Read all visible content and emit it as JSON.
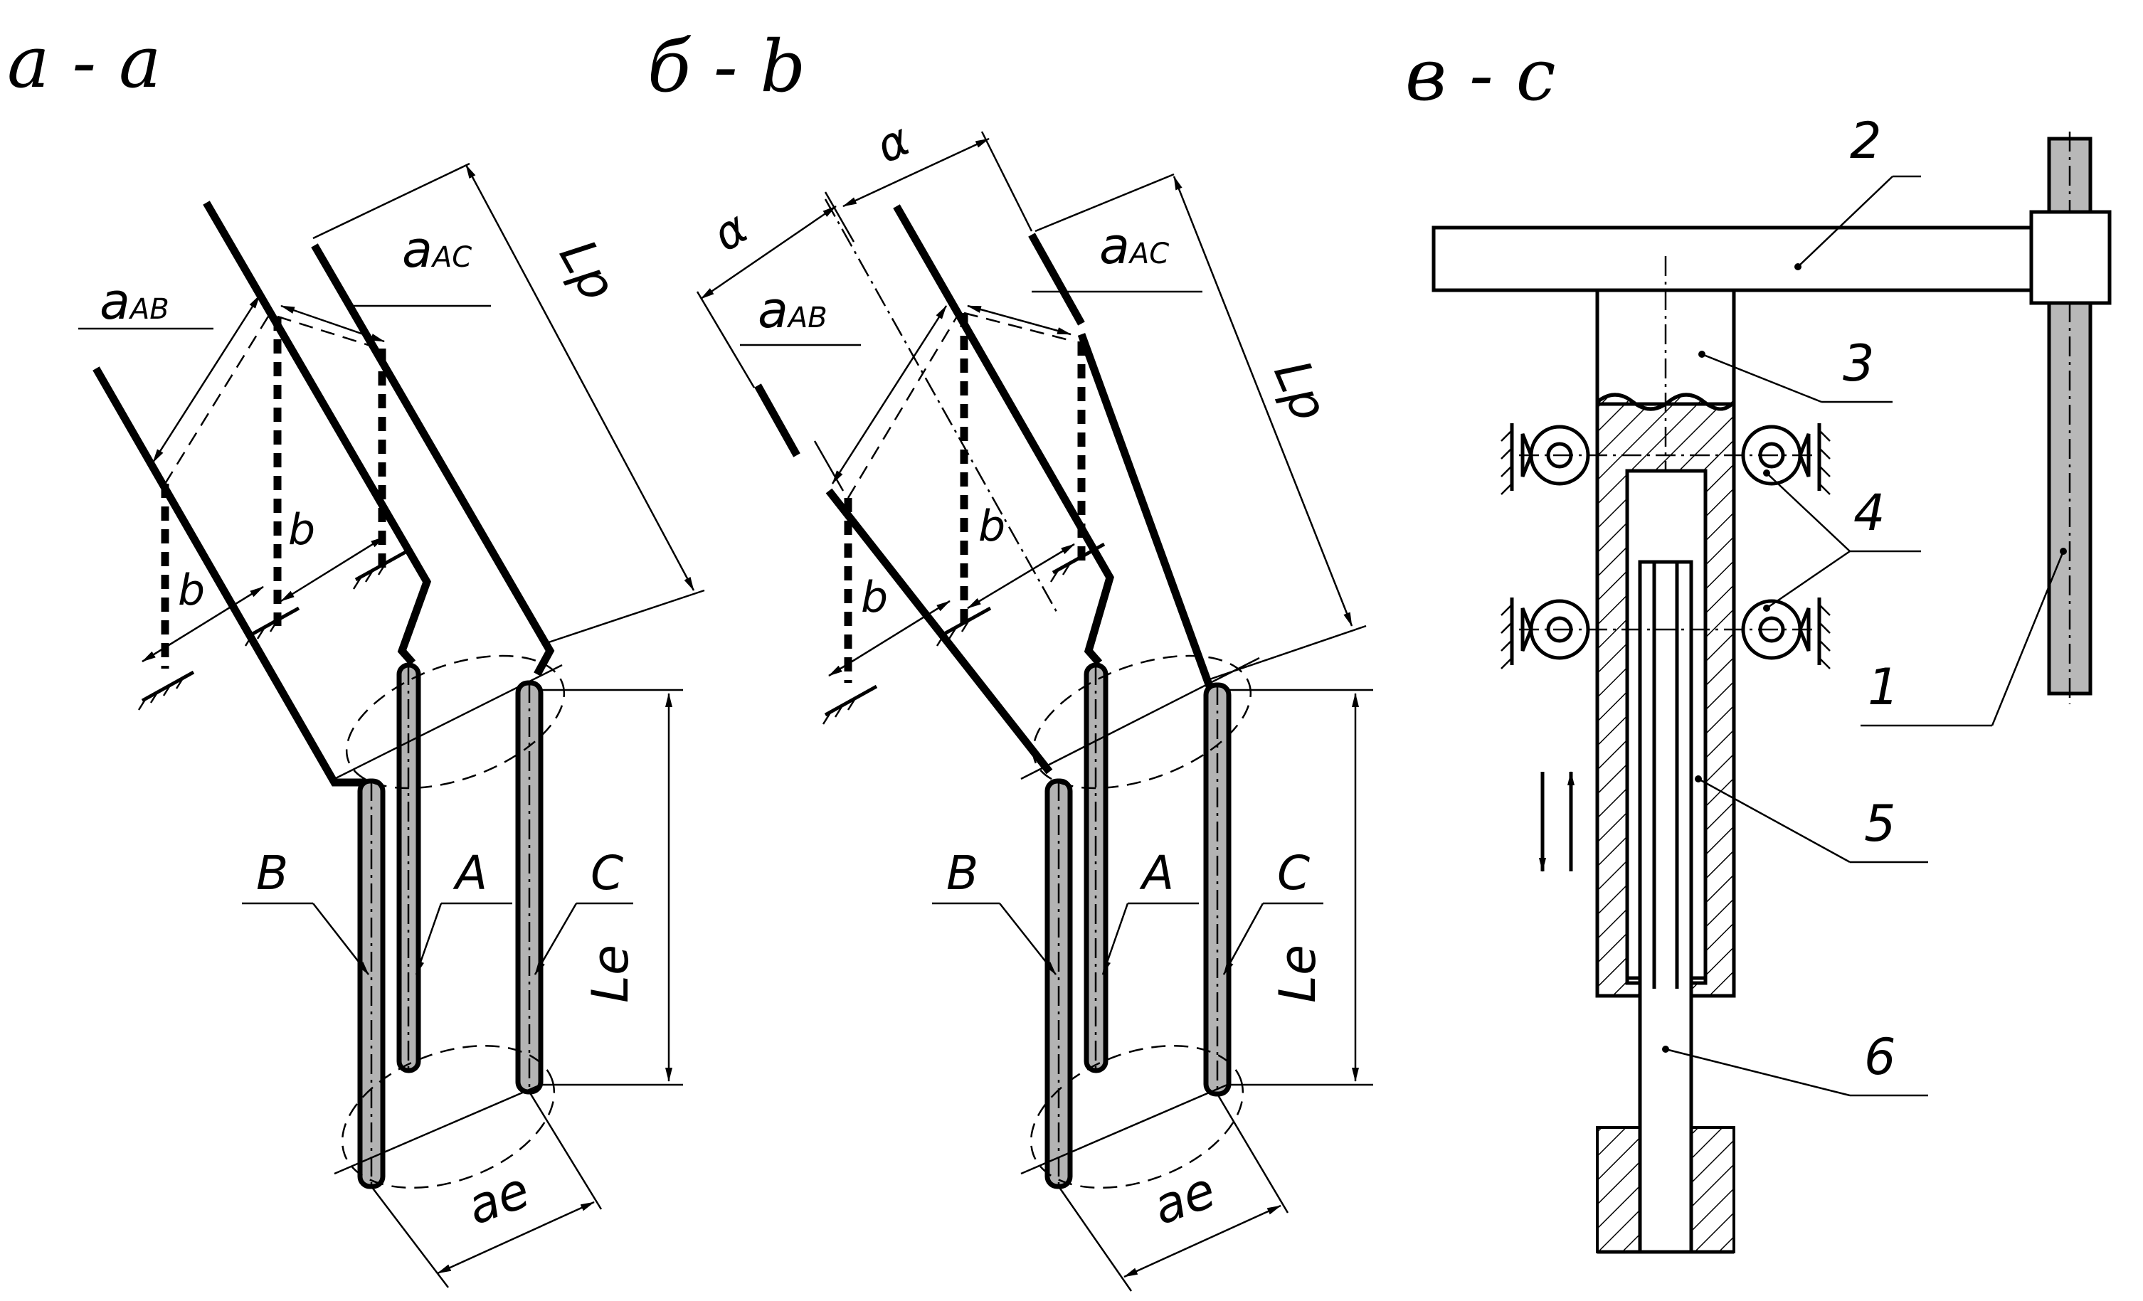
{
  "sections": {
    "aa": {
      "title": "a - a"
    },
    "bb": {
      "title": "б - b"
    },
    "cc": {
      "title": "в - c"
    }
  },
  "labels": {
    "a_ab": "a",
    "a_ab_sub": "AB",
    "a_ac": "a",
    "a_ac_sub": "AC",
    "lp": "Lp",
    "b": "b",
    "le": "Le",
    "ae": "ae",
    "alpha": "α",
    "electrode_a": "A",
    "electrode_b": "B",
    "electrode_c": "C"
  },
  "parts": [
    "1",
    "2",
    "3",
    "4",
    "5",
    "6"
  ]
}
